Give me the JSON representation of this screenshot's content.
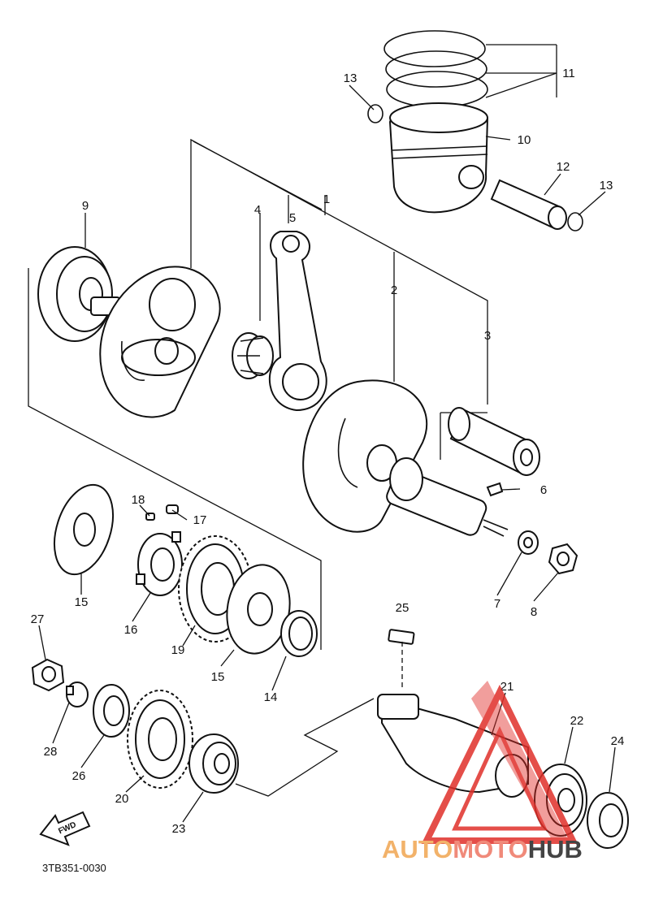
{
  "diagram": {
    "part_numbers": {
      "p1": "1",
      "p2": "2",
      "p3": "3",
      "p4": "4",
      "p5": "5",
      "p6": "6",
      "p7": "7",
      "p8": "8",
      "p9": "9",
      "p10": "10",
      "p11": "11",
      "p12": "12",
      "p13a": "13",
      "p13b": "13",
      "p14": "14",
      "p15a": "15",
      "p15b": "15",
      "p16": "16",
      "p17": "17",
      "p18": "18",
      "p19": "19",
      "p20": "20",
      "p21": "21",
      "p22": "22",
      "p23": "23",
      "p24": "24",
      "p25": "25",
      "p26": "26",
      "p27": "27",
      "p28": "28"
    },
    "fwd_label": "FWD",
    "code": "3TB351-0030"
  },
  "watermark": {
    "part1": "AUTO",
    "part2": "MOTO",
    "part3": "HUB",
    "color1": "#f2b26a",
    "color2": "#f08a7a",
    "color3": "#444444",
    "logo_color": "#e0302a"
  }
}
